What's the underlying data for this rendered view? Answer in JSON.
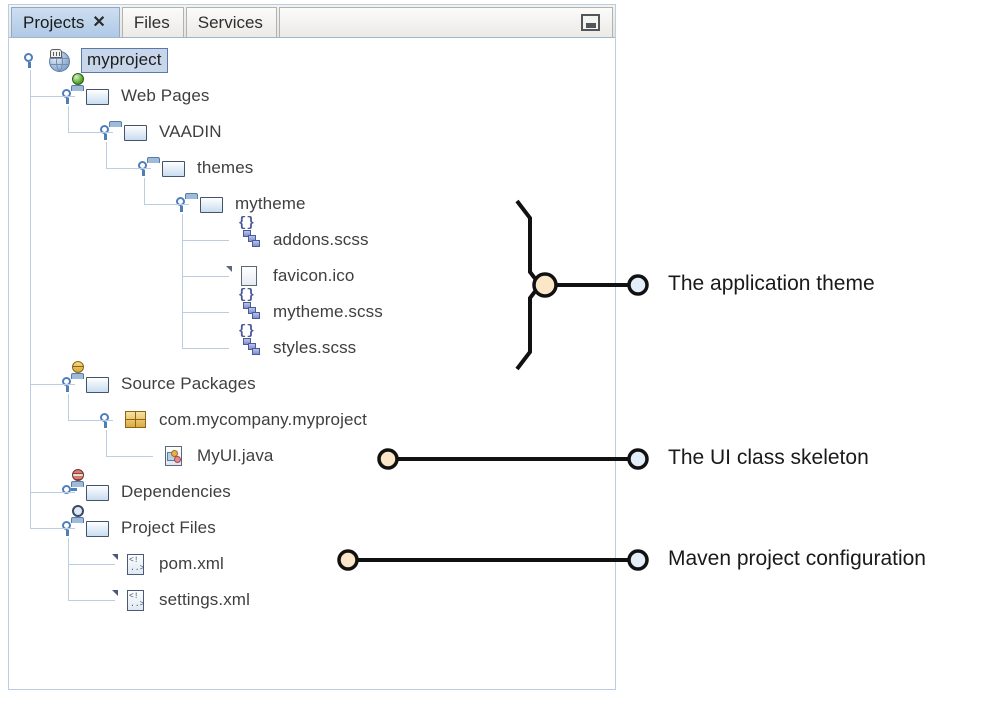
{
  "window": {
    "tabs": [
      {
        "label": "Projects",
        "active": true,
        "closable": true,
        "close_glyph": "✕"
      },
      {
        "label": "Files",
        "active": false,
        "closable": false
      },
      {
        "label": "Services",
        "active": false,
        "closable": false
      }
    ],
    "minimize_button": "minimize"
  },
  "tree": {
    "nodes": [
      {
        "label": "myproject",
        "icon": "globe-icon",
        "depth": 0,
        "handle": "expanded",
        "selected": true
      },
      {
        "label": "Web Pages",
        "icon": "folder-web-icon",
        "depth": 1,
        "handle": "expanded",
        "selected": false
      },
      {
        "label": "VAADIN",
        "icon": "folder-icon",
        "depth": 2,
        "handle": "expanded",
        "selected": false
      },
      {
        "label": "themes",
        "icon": "folder-icon",
        "depth": 3,
        "handle": "expanded",
        "selected": false
      },
      {
        "label": "mytheme",
        "icon": "folder-icon",
        "depth": 4,
        "handle": "expanded",
        "selected": false
      },
      {
        "label": "addons.scss",
        "icon": "scss-file-icon",
        "depth": 5,
        "handle": "none",
        "selected": false
      },
      {
        "label": "favicon.ico",
        "icon": "file-icon",
        "depth": 5,
        "handle": "none",
        "selected": false
      },
      {
        "label": "mytheme.scss",
        "icon": "scss-file-icon",
        "depth": 5,
        "handle": "none",
        "selected": false
      },
      {
        "label": "styles.scss",
        "icon": "scss-file-icon",
        "depth": 5,
        "handle": "none",
        "selected": false
      },
      {
        "label": "Source Packages",
        "icon": "folder-source-icon",
        "depth": 1,
        "handle": "expanded",
        "selected": false
      },
      {
        "label": "com.mycompany.myproject",
        "icon": "package-icon",
        "depth": 2,
        "handle": "expanded",
        "selected": false
      },
      {
        "label": "MyUI.java",
        "icon": "java-file-icon",
        "depth": 3,
        "handle": "none",
        "selected": false
      },
      {
        "label": "Dependencies",
        "icon": "folder-deps-icon",
        "depth": 1,
        "handle": "collapsed",
        "selected": false
      },
      {
        "label": "Project Files",
        "icon": "folder-project-icon",
        "depth": 1,
        "handle": "expanded",
        "selected": false
      },
      {
        "label": "pom.xml",
        "icon": "xml-file-icon",
        "depth": 2,
        "handle": "none",
        "selected": false
      },
      {
        "label": "settings.xml",
        "icon": "xml-file-icon",
        "depth": 2,
        "handle": "none",
        "selected": false
      }
    ]
  },
  "callouts": [
    {
      "label": "The application theme",
      "style": "brace"
    },
    {
      "label": "The UI class skeleton",
      "style": "line"
    },
    {
      "label": "Maven project configuration",
      "style": "line"
    }
  ],
  "colors": {
    "tab_active_bg": "#bed3ea",
    "panel_border": "#b9cee0",
    "selection_bg": "#c8d6ea",
    "selection_border": "#5b79a8",
    "guide_line": "#b9cee0",
    "handle_blue": "#4f7dba",
    "callout_stroke": "#111111",
    "callout_node_fill": "#fbe6c8",
    "callout_end_fill": "#e4eef8",
    "text": "#3f3f3f"
  }
}
